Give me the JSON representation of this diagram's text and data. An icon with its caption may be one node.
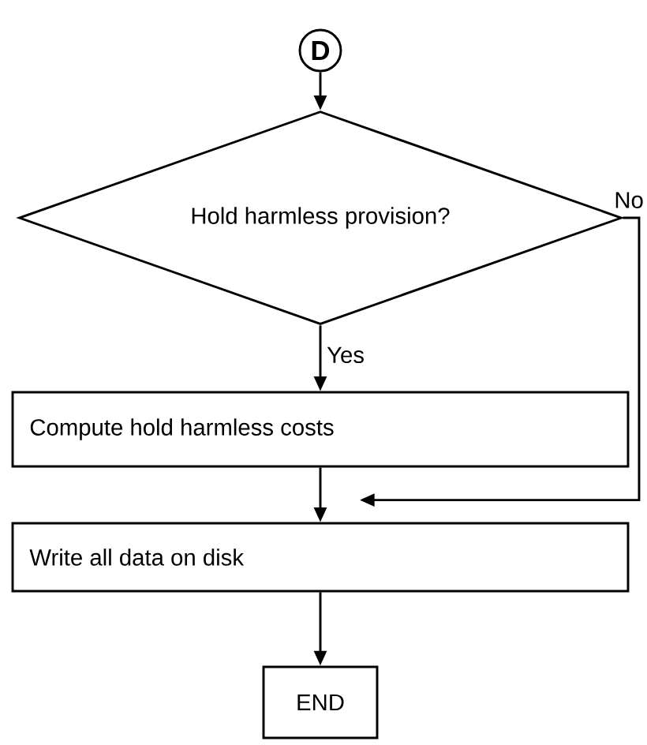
{
  "diagram": {
    "nodes": [
      {
        "text": [
          "D"
        ]
      },
      {
        "text": [
          "Hold harmless provision?"
        ]
      },
      {
        "text": [
          "Compute hold harmless costs"
        ]
      },
      {
        "text": [
          "Write all data on disk"
        ]
      },
      {
        "text": [
          "END"
        ]
      }
    ],
    "edges": [
      {
        "from": 0,
        "to": 1,
        "arrow": "to"
      },
      {
        "from": 1,
        "to": 2,
        "arrow": "to",
        "label": "Yes"
      },
      {
        "from": 1,
        "to": 3,
        "arrow": "to",
        "label": "No"
      },
      {
        "from": 2,
        "to": 3,
        "arrow": "to"
      },
      {
        "from": 3,
        "to": 4,
        "arrow": "to"
      }
    ]
  }
}
